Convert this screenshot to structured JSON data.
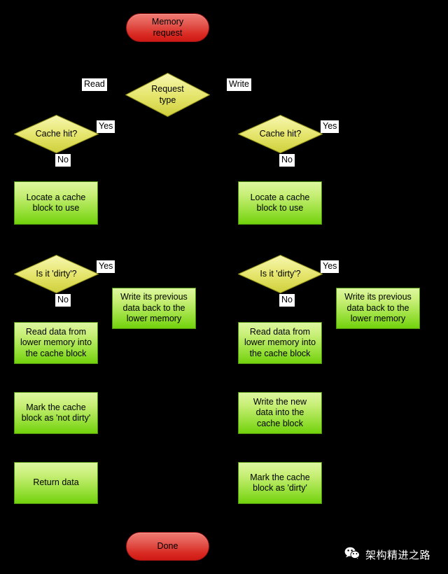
{
  "diagram": {
    "title": "Cache memory request flowchart",
    "background_color": "#000000",
    "palette": {
      "terminal_fill_top": "#ef7a72",
      "terminal_fill_bottom": "#cf1a14",
      "terminal_border": "#a01414",
      "process_fill_top": "#ddf7a0",
      "process_fill_bottom": "#72d20c",
      "process_border": "#4f8f10",
      "decision_fill_top": "#f7f7a8",
      "decision_fill_bottom": "#cfcf3c",
      "decision_border": "#8f8f18",
      "edge_label_bg": "#ffffff",
      "edge_label_text": "#000000",
      "connector_stroke": "#000000"
    }
  },
  "nodes": {
    "start": {
      "label": "Memory\nrequest",
      "type": "terminal"
    },
    "request_type": {
      "label": "Request\ntype",
      "type": "decision"
    },
    "read_cache_hit": {
      "label": "Cache hit?",
      "type": "decision"
    },
    "read_locate_block": {
      "label": "Locate a cache\nblock to use",
      "type": "process"
    },
    "read_is_dirty": {
      "label": "Is it 'dirty'?",
      "type": "decision"
    },
    "read_writeback": {
      "label": "Write its previous\ndata back to the\nlower memory",
      "type": "process"
    },
    "read_fill_block": {
      "label": "Read data from\nlower memory into\nthe cache block",
      "type": "process"
    },
    "read_mark_not_dirty": {
      "label": "Mark the cache\nblock as 'not dirty'",
      "type": "process"
    },
    "read_return_data": {
      "label": "Return data",
      "type": "process"
    },
    "write_cache_hit": {
      "label": "Cache hit?",
      "type": "decision"
    },
    "write_locate_block": {
      "label": "Locate a cache\nblock to use",
      "type": "process"
    },
    "write_is_dirty": {
      "label": "Is it 'dirty'?",
      "type": "decision"
    },
    "write_writeback": {
      "label": "Write its previous\ndata back to the\nlower memory",
      "type": "process"
    },
    "write_fill_block": {
      "label": "Read data from\nlower memory into\nthe cache block",
      "type": "process"
    },
    "write_store_data": {
      "label": "Write the new\ndata into the\ncache block",
      "type": "process"
    },
    "write_mark_dirty": {
      "label": "Mark the cache\nblock as 'dirty'",
      "type": "process"
    },
    "done": {
      "label": "Done",
      "type": "terminal"
    }
  },
  "edge_labels": {
    "read": "Read",
    "write": "Write",
    "read_hit_yes": "Yes",
    "read_hit_no": "No",
    "read_dirty_yes": "Yes",
    "read_dirty_no": "No",
    "write_hit_yes": "Yes",
    "write_hit_no": "No",
    "write_dirty_yes": "Yes",
    "write_dirty_no": "No"
  },
  "watermark": {
    "text": "架构精进之路",
    "icon": "wechat-icon",
    "color": "#ffffff"
  }
}
